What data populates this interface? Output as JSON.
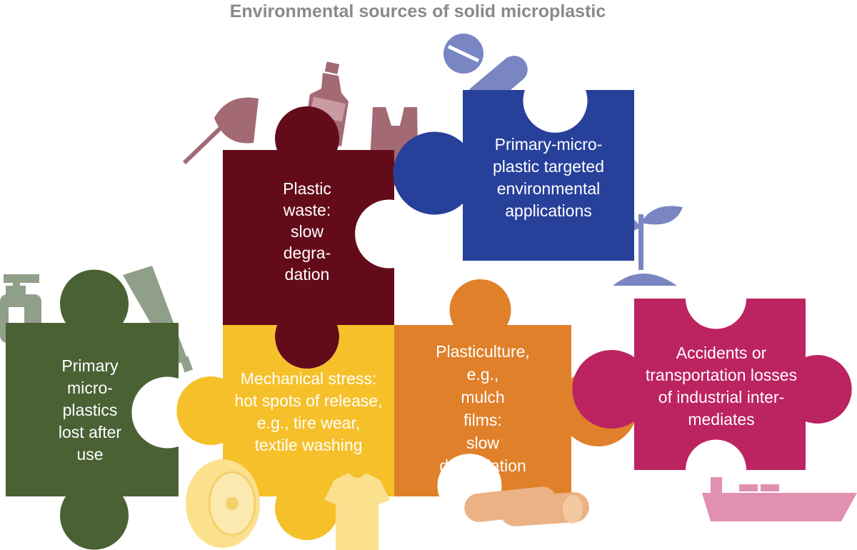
{
  "title": "Environmental sources of solid microplastic",
  "pieces": [
    {
      "id": "primary-microplastics-lost",
      "color": "#4a6134",
      "lines": [
        "Primary",
        "micro-",
        "plastics",
        "lost after",
        "use"
      ],
      "icons": [
        "soap-dispenser-icon",
        "toothpaste-tube-icon"
      ]
    },
    {
      "id": "plastic-waste",
      "color": "#640b1a",
      "lines": [
        "Plastic",
        "waste:",
        "slow",
        "degra-",
        "dation"
      ],
      "icons": [
        "fishing-net-icon",
        "bottle-icon",
        "plastic-bag-icon"
      ]
    },
    {
      "id": "primary-targeted-applications",
      "color": "#27409a",
      "lines": [
        "Primary-micro-",
        "plastic targeted",
        "environmental",
        "applications"
      ],
      "icons": [
        "tablet-icon",
        "capsule-icon",
        "seedling-icon"
      ]
    },
    {
      "id": "mechanical-stress",
      "color": "#f5c02a",
      "lines": [
        "Mechanical stress:",
        "hot spots of release,",
        "e.g., tire wear,",
        "textile washing"
      ],
      "icons": [
        "tire-icon",
        "t-shirt-icon"
      ]
    },
    {
      "id": "plasticulture",
      "color": "#e0802a",
      "lines": [
        "Plasticulture,",
        "e.g.,",
        "mulch",
        "films:",
        "slow",
        "degradation"
      ],
      "icons": [
        "mulch-film-rolls-icon"
      ]
    },
    {
      "id": "accidents-transport",
      "color": "#bc2361",
      "lines": [
        "Accidents or",
        "transportation losses",
        "of industrial inter-",
        "mediates"
      ],
      "icons": [
        "cargo-ship-icon"
      ]
    }
  ]
}
